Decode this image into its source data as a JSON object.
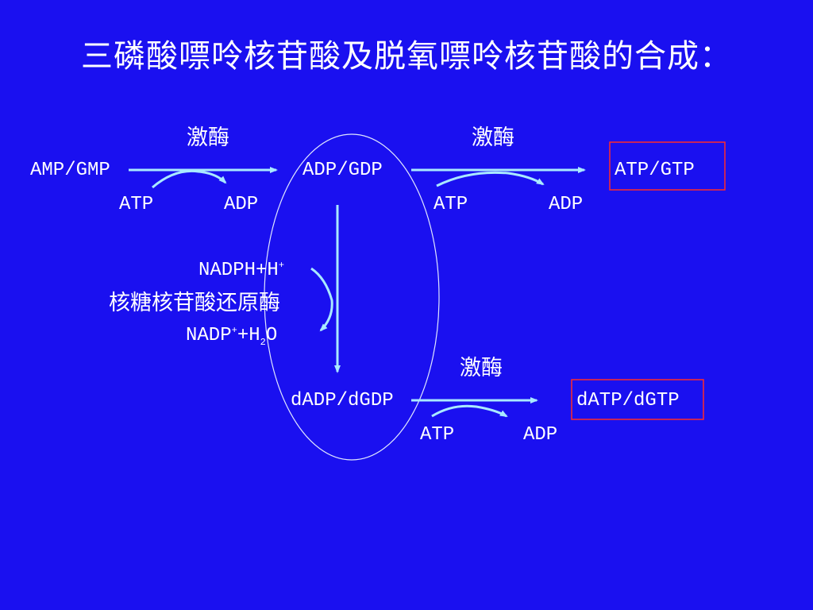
{
  "title": "三磷酸嘌呤核苷酸及脱氧嘌呤核苷酸的合成：",
  "enzyme": "激酶",
  "compounds": {
    "amp_gmp": "AMP/GMP",
    "adp_gdp": "ADP/GDP",
    "atp_gtp": "ATP/GTP",
    "dadp_dgdp": "dADP/dGDP",
    "datp_dgtp": "dATP/dGTP"
  },
  "cofactors": {
    "atp": "ATP",
    "adp": "ADP"
  },
  "reduction": {
    "reductant_main": "NADPH+H",
    "reductant_sup": "+",
    "enzyme_label": "核糖核苷酸还原酶",
    "product_a": "NADP",
    "product_a_sup": "+",
    "product_b": "+H",
    "product_b_sub": "2",
    "product_c": "O"
  },
  "colors": {
    "background": "#1a10f0",
    "text": "#ffffff",
    "arrow": "#a9e9ff",
    "highlight_box": "#ff2b2b",
    "ellipse": "#ffffff"
  }
}
